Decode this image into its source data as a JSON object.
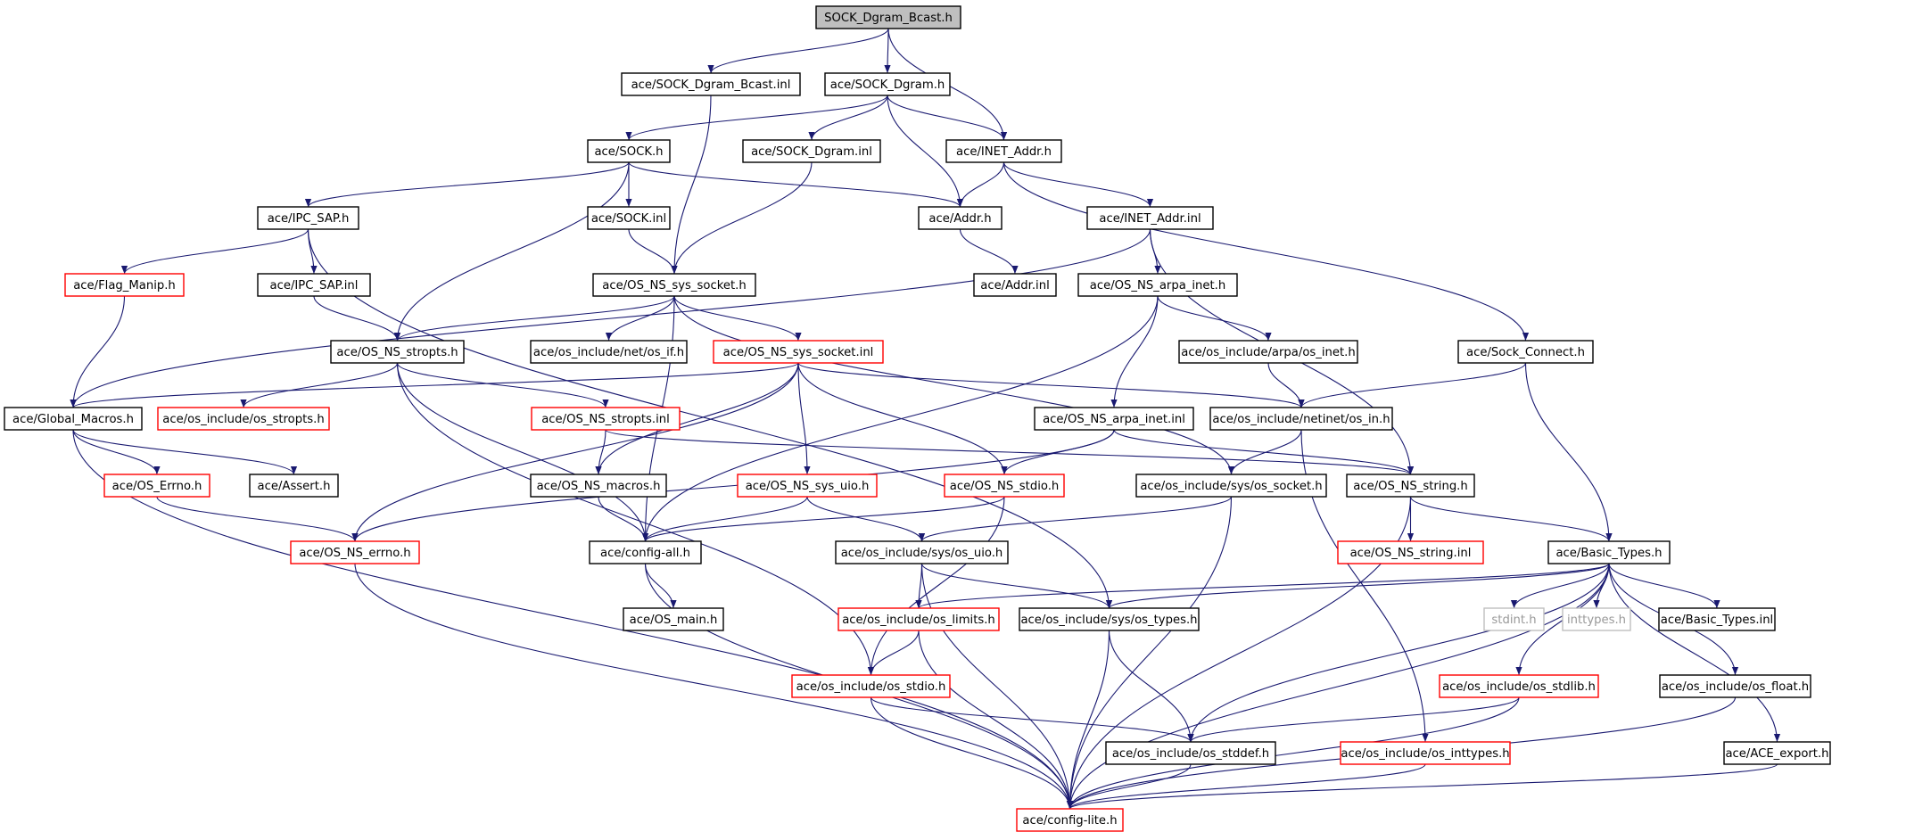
{
  "diagram": {
    "colors": {
      "edge": "#191970",
      "border_normal": "#000000",
      "border_truncated": "#ff0000",
      "border_external": "#bfbfbf",
      "fill_root": "#bfbfbf",
      "fill_normal": "#ffffff",
      "text_normal": "#000000",
      "text_external": "#999999"
    },
    "nodes": [
      {
        "id": "root",
        "label": "SOCK_Dgram_Bcast.h",
        "kind": "root"
      },
      {
        "id": "bcast_inl",
        "label": "ace/SOCK_Dgram_Bcast.inl",
        "kind": "normal"
      },
      {
        "id": "sock_dgram_h",
        "label": "ace/SOCK_Dgram.h",
        "kind": "normal"
      },
      {
        "id": "sock_h",
        "label": "ace/SOCK.h",
        "kind": "normal"
      },
      {
        "id": "sock_dgram_inl",
        "label": "ace/SOCK_Dgram.inl",
        "kind": "normal"
      },
      {
        "id": "inet_addr_h",
        "label": "ace/INET_Addr.h",
        "kind": "normal"
      },
      {
        "id": "ipc_sap_h",
        "label": "ace/IPC_SAP.h",
        "kind": "normal"
      },
      {
        "id": "sock_inl",
        "label": "ace/SOCK.inl",
        "kind": "normal"
      },
      {
        "id": "addr_h",
        "label": "ace/Addr.h",
        "kind": "normal"
      },
      {
        "id": "inet_addr_inl",
        "label": "ace/INET_Addr.inl",
        "kind": "normal"
      },
      {
        "id": "flag_manip",
        "label": "ace/Flag_Manip.h",
        "kind": "truncated"
      },
      {
        "id": "ipc_sap_inl",
        "label": "ace/IPC_SAP.inl",
        "kind": "normal"
      },
      {
        "id": "ns_sys_socket_h",
        "label": "ace/OS_NS_sys_socket.h",
        "kind": "normal"
      },
      {
        "id": "addr_inl",
        "label": "ace/Addr.inl",
        "kind": "normal"
      },
      {
        "id": "ns_arpa_inet_h",
        "label": "ace/OS_NS_arpa_inet.h",
        "kind": "normal"
      },
      {
        "id": "ns_stropts_h",
        "label": "ace/OS_NS_stropts.h",
        "kind": "normal"
      },
      {
        "id": "net_os_if",
        "label": "ace/os_include/net/os_if.h",
        "kind": "normal"
      },
      {
        "id": "ns_sys_socket_inl",
        "label": "ace/OS_NS_sys_socket.inl",
        "kind": "truncated"
      },
      {
        "id": "arpa_os_inet",
        "label": "ace/os_include/arpa/os_inet.h",
        "kind": "normal"
      },
      {
        "id": "sock_connect",
        "label": "ace/Sock_Connect.h",
        "kind": "normal"
      },
      {
        "id": "global_macros",
        "label": "ace/Global_Macros.h",
        "kind": "normal"
      },
      {
        "id": "os_stropts",
        "label": "ace/os_include/os_stropts.h",
        "kind": "truncated"
      },
      {
        "id": "ns_stropts_inl",
        "label": "ace/OS_NS_stropts.inl",
        "kind": "truncated"
      },
      {
        "id": "ns_arpa_inet_inl",
        "label": "ace/OS_NS_arpa_inet.inl",
        "kind": "normal"
      },
      {
        "id": "netinet_os_in",
        "label": "ace/os_include/netinet/os_in.h",
        "kind": "normal"
      },
      {
        "id": "os_errno_cap",
        "label": "ace/OS_Errno.h",
        "kind": "truncated"
      },
      {
        "id": "assert_h",
        "label": "ace/Assert.h",
        "kind": "normal"
      },
      {
        "id": "ns_macros",
        "label": "ace/OS_NS_macros.h",
        "kind": "normal"
      },
      {
        "id": "ns_sys_uio",
        "label": "ace/OS_NS_sys_uio.h",
        "kind": "truncated"
      },
      {
        "id": "ns_stdio",
        "label": "ace/OS_NS_stdio.h",
        "kind": "truncated"
      },
      {
        "id": "sys_os_socket",
        "label": "ace/os_include/sys/os_socket.h",
        "kind": "normal"
      },
      {
        "id": "ns_string",
        "label": "ace/OS_NS_string.h",
        "kind": "normal"
      },
      {
        "id": "ns_errno",
        "label": "ace/OS_NS_errno.h",
        "kind": "truncated"
      },
      {
        "id": "config_all",
        "label": "ace/config-all.h",
        "kind": "normal"
      },
      {
        "id": "sys_os_uio",
        "label": "ace/os_include/sys/os_uio.h",
        "kind": "normal"
      },
      {
        "id": "ns_string_inl",
        "label": "ace/OS_NS_string.inl",
        "kind": "truncated"
      },
      {
        "id": "basic_types",
        "label": "ace/Basic_Types.h",
        "kind": "normal"
      },
      {
        "id": "os_main",
        "label": "ace/OS_main.h",
        "kind": "normal"
      },
      {
        "id": "os_limits",
        "label": "ace/os_include/os_limits.h",
        "kind": "truncated"
      },
      {
        "id": "sys_os_types",
        "label": "ace/os_include/sys/os_types.h",
        "kind": "normal"
      },
      {
        "id": "stdint",
        "label": "stdint.h",
        "kind": "external"
      },
      {
        "id": "inttypes",
        "label": "inttypes.h",
        "kind": "external"
      },
      {
        "id": "basic_types_inl",
        "label": "ace/Basic_Types.inl",
        "kind": "normal"
      },
      {
        "id": "os_stdio",
        "label": "ace/os_include/os_stdio.h",
        "kind": "truncated"
      },
      {
        "id": "os_stdlib",
        "label": "ace/os_include/os_stdlib.h",
        "kind": "truncated"
      },
      {
        "id": "os_float",
        "label": "ace/os_include/os_float.h",
        "kind": "normal"
      },
      {
        "id": "os_stddef",
        "label": "ace/os_include/os_stddef.h",
        "kind": "normal"
      },
      {
        "id": "os_inttypes",
        "label": "ace/os_include/os_inttypes.h",
        "kind": "truncated"
      },
      {
        "id": "ace_export",
        "label": "ace/ACE_export.h",
        "kind": "normal"
      },
      {
        "id": "config_lite",
        "label": "ace/config-lite.h",
        "kind": "truncated"
      }
    ],
    "edges": [
      [
        "root",
        "bcast_inl"
      ],
      [
        "root",
        "sock_dgram_h"
      ],
      [
        "root",
        "inet_addr_h"
      ],
      [
        "bcast_inl",
        "ns_sys_socket_h"
      ],
      [
        "sock_dgram_h",
        "sock_h"
      ],
      [
        "sock_dgram_h",
        "sock_dgram_inl"
      ],
      [
        "sock_dgram_h",
        "inet_addr_h"
      ],
      [
        "sock_dgram_h",
        "addr_h"
      ],
      [
        "sock_h",
        "ipc_sap_h"
      ],
      [
        "sock_h",
        "sock_inl"
      ],
      [
        "sock_h",
        "addr_h"
      ],
      [
        "sock_h",
        "ns_stropts_h"
      ],
      [
        "sock_dgram_inl",
        "ns_sys_socket_h"
      ],
      [
        "inet_addr_h",
        "addr_h"
      ],
      [
        "inet_addr_h",
        "inet_addr_inl"
      ],
      [
        "inet_addr_h",
        "sock_connect"
      ],
      [
        "ipc_sap_h",
        "flag_manip"
      ],
      [
        "ipc_sap_h",
        "ipc_sap_inl"
      ],
      [
        "ipc_sap_h",
        "sys_os_types"
      ],
      [
        "sock_inl",
        "ns_sys_socket_h"
      ],
      [
        "addr_h",
        "addr_inl"
      ],
      [
        "inet_addr_inl",
        "global_macros"
      ],
      [
        "inet_addr_inl",
        "ns_arpa_inet_h"
      ],
      [
        "inet_addr_inl",
        "ns_string"
      ],
      [
        "flag_manip",
        "global_macros"
      ],
      [
        "ipc_sap_inl",
        "ns_stropts_h"
      ],
      [
        "ns_sys_socket_h",
        "ns_stropts_h"
      ],
      [
        "ns_sys_socket_h",
        "net_os_if"
      ],
      [
        "ns_sys_socket_h",
        "ns_sys_socket_inl"
      ],
      [
        "ns_sys_socket_h",
        "config_all"
      ],
      [
        "ns_sys_socket_h",
        "sys_os_socket"
      ],
      [
        "ns_arpa_inet_h",
        "arpa_os_inet"
      ],
      [
        "ns_arpa_inet_h",
        "ns_arpa_inet_inl"
      ],
      [
        "ns_arpa_inet_h",
        "config_all"
      ],
      [
        "ns_stropts_h",
        "os_stropts"
      ],
      [
        "ns_stropts_h",
        "ns_stropts_inl"
      ],
      [
        "ns_stropts_h",
        "config_all"
      ],
      [
        "ns_stropts_h",
        "os_stdio"
      ],
      [
        "ns_sys_socket_inl",
        "global_macros"
      ],
      [
        "ns_sys_socket_inl",
        "netinet_os_in"
      ],
      [
        "ns_sys_socket_inl",
        "ns_macros"
      ],
      [
        "ns_sys_socket_inl",
        "ns_sys_uio"
      ],
      [
        "ns_sys_socket_inl",
        "ns_stdio"
      ],
      [
        "ns_sys_socket_inl",
        "ns_errno"
      ],
      [
        "arpa_os_inet",
        "netinet_os_in"
      ],
      [
        "sock_connect",
        "netinet_os_in"
      ],
      [
        "sock_connect",
        "basic_types"
      ],
      [
        "global_macros",
        "os_errno_cap"
      ],
      [
        "global_macros",
        "assert_h"
      ],
      [
        "global_macros",
        "config_lite"
      ],
      [
        "ns_stropts_inl",
        "ns_macros"
      ],
      [
        "ns_stropts_inl",
        "ns_string"
      ],
      [
        "ns_arpa_inet_inl",
        "ns_errno"
      ],
      [
        "ns_arpa_inet_inl",
        "ns_stdio"
      ],
      [
        "ns_arpa_inet_inl",
        "ns_string"
      ],
      [
        "netinet_os_in",
        "sys_os_socket"
      ],
      [
        "netinet_os_in",
        "os_inttypes"
      ],
      [
        "os_errno_cap",
        "ns_errno"
      ],
      [
        "ns_macros",
        "config_all"
      ],
      [
        "ns_sys_uio",
        "config_all"
      ],
      [
        "ns_sys_uio",
        "sys_os_uio"
      ],
      [
        "ns_stdio",
        "config_all"
      ],
      [
        "ns_stdio",
        "os_stdio"
      ],
      [
        "sys_os_socket",
        "sys_os_uio"
      ],
      [
        "sys_os_socket",
        "config_lite"
      ],
      [
        "ns_string",
        "ns_string_inl"
      ],
      [
        "ns_string",
        "basic_types"
      ],
      [
        "ns_string",
        "config_lite"
      ],
      [
        "ns_errno",
        "config_lite"
      ],
      [
        "config_all",
        "os_main"
      ],
      [
        "config_all",
        "config_lite"
      ],
      [
        "sys_os_uio",
        "os_limits"
      ],
      [
        "sys_os_uio",
        "sys_os_types"
      ],
      [
        "sys_os_uio",
        "config_lite"
      ],
      [
        "basic_types",
        "os_limits"
      ],
      [
        "basic_types",
        "sys_os_types"
      ],
      [
        "basic_types",
        "stdint"
      ],
      [
        "basic_types",
        "inttypes"
      ],
      [
        "basic_types",
        "basic_types_inl"
      ],
      [
        "basic_types",
        "os_stddef"
      ],
      [
        "basic_types",
        "os_stdlib"
      ],
      [
        "basic_types",
        "os_float"
      ],
      [
        "basic_types",
        "ace_export"
      ],
      [
        "basic_types",
        "config_lite"
      ],
      [
        "os_limits",
        "os_stdio"
      ],
      [
        "os_limits",
        "config_lite"
      ],
      [
        "sys_os_types",
        "os_stddef"
      ],
      [
        "sys_os_types",
        "config_lite"
      ],
      [
        "os_stdio",
        "os_stddef"
      ],
      [
        "os_stdio",
        "config_lite"
      ],
      [
        "os_stdlib",
        "os_stddef"
      ],
      [
        "os_stdlib",
        "config_lite"
      ],
      [
        "os_float",
        "config_lite"
      ],
      [
        "os_stddef",
        "config_lite"
      ],
      [
        "os_inttypes",
        "config_lite"
      ],
      [
        "ace_export",
        "config_lite"
      ]
    ]
  }
}
